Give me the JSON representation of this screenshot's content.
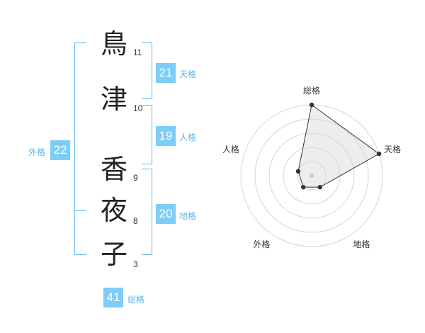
{
  "name_chars": [
    {
      "char": "鳥",
      "strokes": "11"
    },
    {
      "char": "津",
      "strokes": "10"
    },
    {
      "char": "香",
      "strokes": "9"
    },
    {
      "char": "夜",
      "strokes": "8"
    },
    {
      "char": "子",
      "strokes": "3"
    }
  ],
  "kaku": {
    "tenkaku": {
      "label": "天格",
      "value": "21"
    },
    "jinkaku": {
      "label": "人格",
      "value": "19"
    },
    "chikaku": {
      "label": "地格",
      "value": "20"
    },
    "gaikaku": {
      "label": "外格",
      "value": "22"
    },
    "soukaku": {
      "label": "総格",
      "value": "41"
    }
  },
  "colors": {
    "accent": "#7ccdf7",
    "bracket": "#5bb7e8"
  },
  "chart_data": {
    "type": "radar",
    "axes": [
      "総格",
      "天格",
      "地格",
      "外格",
      "人格"
    ],
    "values": [
      5,
      5,
      1,
      1,
      1
    ],
    "max": 5,
    "rings": 5
  }
}
